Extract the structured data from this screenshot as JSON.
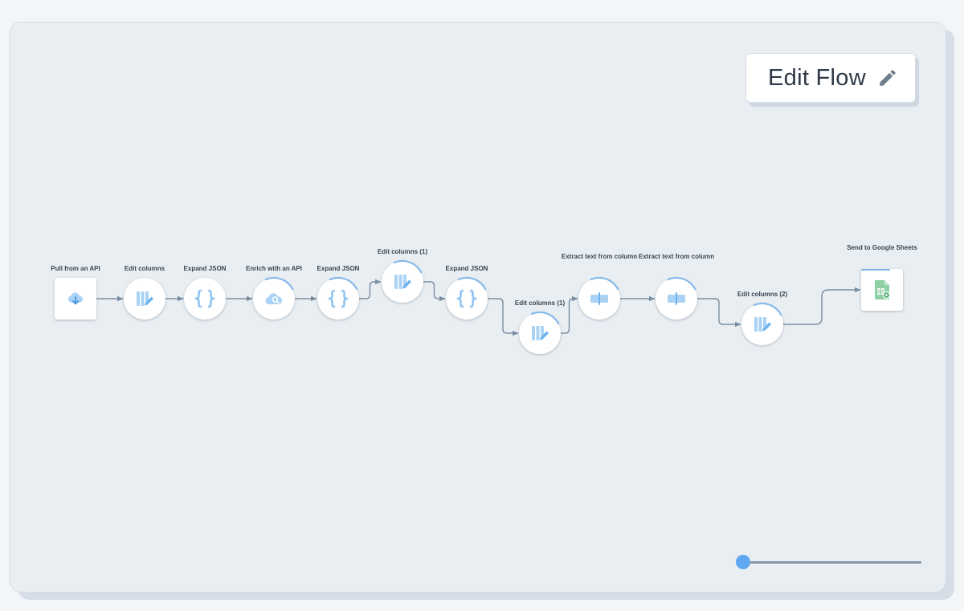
{
  "header": {
    "edit_button_label": "Edit Flow",
    "edit_icon": "pencil-icon"
  },
  "colors": {
    "accent": "#5fa8ef",
    "edge": "#7a8ea3",
    "icon_light": "#a9d2f5",
    "icon_mid": "#6cb3f0",
    "sheets_green": "#2e9d5b"
  },
  "nodes": [
    {
      "label": "Pull from an API",
      "icon": "cloud-download-icon",
      "shape": "square"
    },
    {
      "label": "Edit columns",
      "icon": "edit-columns-icon",
      "shape": "circle"
    },
    {
      "label": "Expand JSON",
      "icon": "braces-icon",
      "shape": "circle"
    },
    {
      "label": "Enrich with an API",
      "icon": "cloud-search-icon",
      "shape": "circle"
    },
    {
      "label": "Expand JSON",
      "icon": "braces-icon",
      "shape": "circle"
    },
    {
      "label": "Edit columns (1)",
      "icon": "edit-columns-icon",
      "shape": "circle"
    },
    {
      "label": "Expand JSON",
      "icon": "braces-icon",
      "shape": "circle"
    },
    {
      "label": "Edit columns (1)",
      "icon": "edit-columns-icon",
      "shape": "circle"
    },
    {
      "label": "Extract text from column",
      "icon": "extract-text-icon",
      "shape": "circle"
    },
    {
      "label": "Extract text from column",
      "icon": "extract-text-icon",
      "shape": "circle"
    },
    {
      "label": "Edit columns (2)",
      "icon": "edit-columns-icon",
      "shape": "circle"
    },
    {
      "label": "Send to Google Sheets",
      "icon": "google-sheets-icon",
      "shape": "square"
    }
  ],
  "edges": [
    [
      0,
      1
    ],
    [
      1,
      2
    ],
    [
      2,
      3
    ],
    [
      3,
      4
    ],
    [
      4,
      5
    ],
    [
      5,
      6
    ],
    [
      6,
      7
    ],
    [
      7,
      8
    ],
    [
      8,
      9
    ],
    [
      9,
      10
    ],
    [
      10,
      11
    ]
  ],
  "zoom_slider": {
    "value": 0
  }
}
